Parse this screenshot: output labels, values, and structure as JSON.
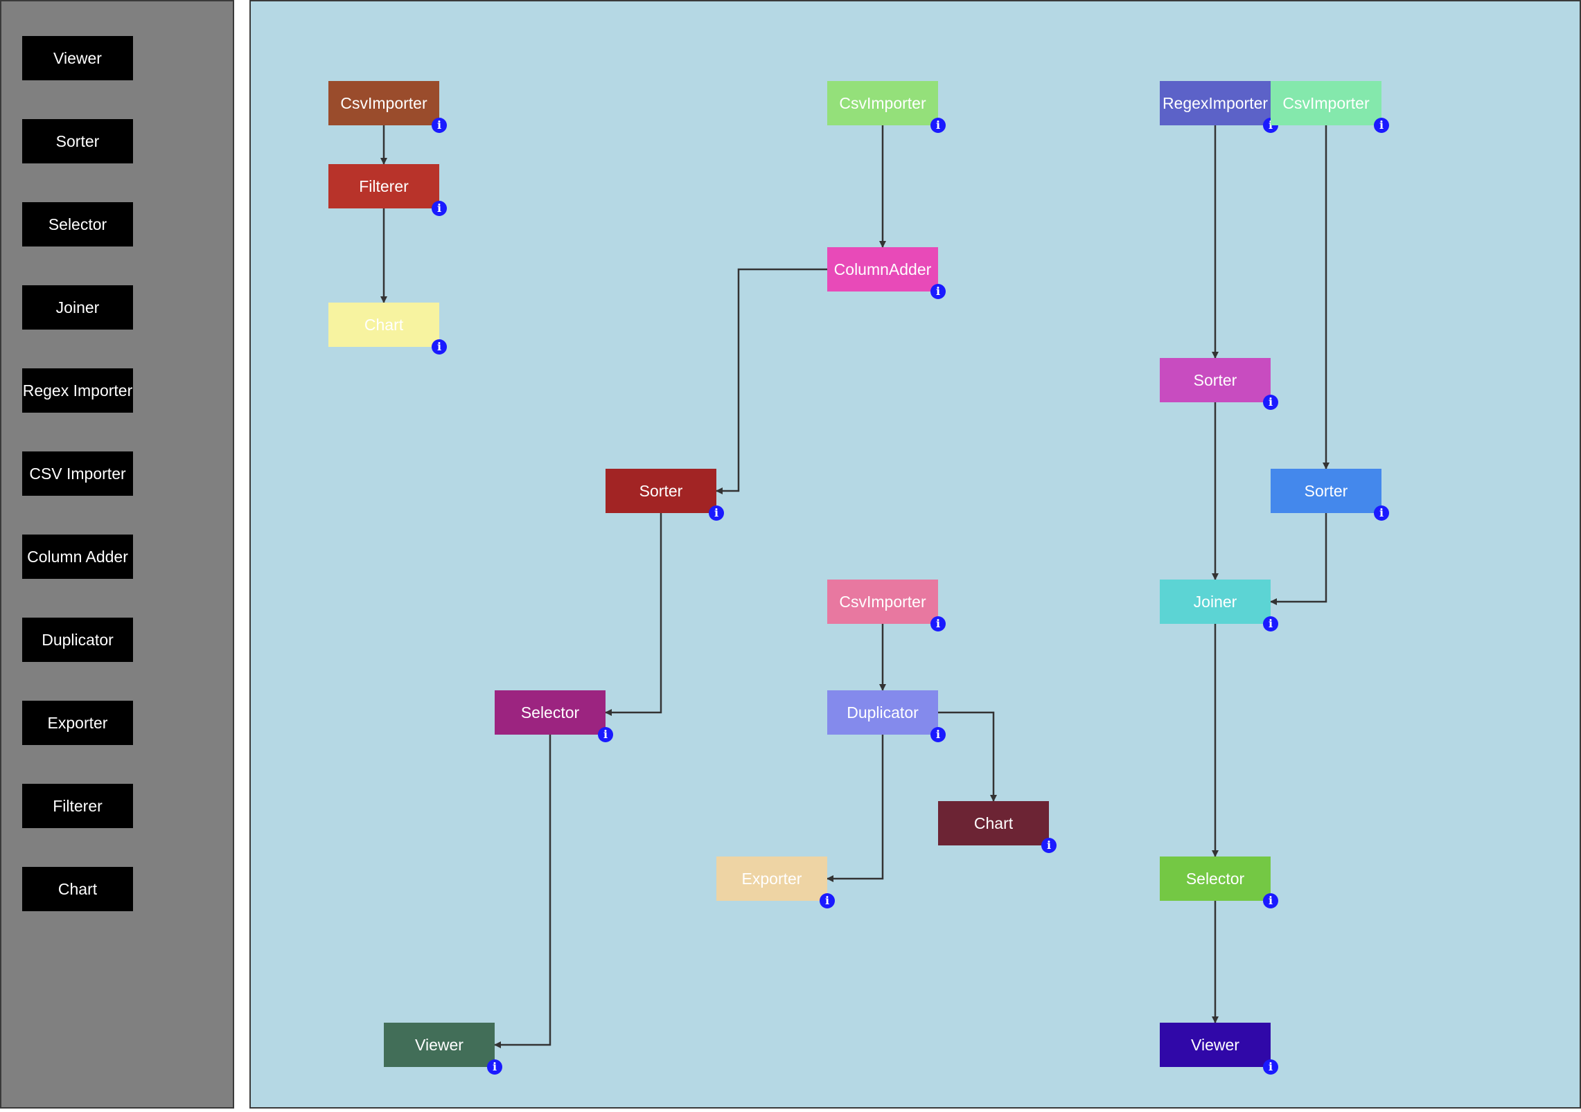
{
  "palette": {
    "items": [
      {
        "id": "viewer",
        "label": "Viewer"
      },
      {
        "id": "sorter",
        "label": "Sorter"
      },
      {
        "id": "selector",
        "label": "Selector"
      },
      {
        "id": "joiner",
        "label": "Joiner"
      },
      {
        "id": "regex-importer",
        "label": "Regex Importer"
      },
      {
        "id": "csv-importer",
        "label": "CSV Importer"
      },
      {
        "id": "column-adder",
        "label": "Column Adder"
      },
      {
        "id": "duplicator",
        "label": "Duplicator"
      },
      {
        "id": "exporter",
        "label": "Exporter"
      },
      {
        "id": "filterer",
        "label": "Filterer"
      },
      {
        "id": "chart",
        "label": "Chart"
      }
    ]
  },
  "info_icon": "info-icon",
  "info_glyph": "i",
  "colors": {
    "sidebar": "#808080",
    "canvas": "#b5d8e4",
    "palette_button": "#000000",
    "edge": "#333333",
    "info_icon": "#1a1aff"
  },
  "nodes": [
    {
      "id": "n1",
      "label": "CsvImporter",
      "color": "#9a4c2c"
    },
    {
      "id": "n2",
      "label": "Filterer",
      "color": "#b8332a"
    },
    {
      "id": "n3",
      "label": "Chart",
      "color": "#f7f3a0"
    },
    {
      "id": "n4",
      "label": "CsvImporter",
      "color": "#94e07a"
    },
    {
      "id": "n5",
      "label": "ColumnAdder",
      "color": "#e84ab8"
    },
    {
      "id": "n6",
      "label": "Sorter",
      "color": "#a22424"
    },
    {
      "id": "n7",
      "label": "Selector",
      "color": "#9c2480"
    },
    {
      "id": "n8",
      "label": "Viewer",
      "color": "#426e58"
    },
    {
      "id": "n9",
      "label": "CsvImporter",
      "color": "#e878a0"
    },
    {
      "id": "n10",
      "label": "Duplicator",
      "color": "#848aec"
    },
    {
      "id": "n11",
      "label": "Chart",
      "color": "#6c2434"
    },
    {
      "id": "n12",
      "label": "Exporter",
      "color": "#eed4a4"
    },
    {
      "id": "n13",
      "label": "RegexImporter",
      "color": "#5c62c8"
    },
    {
      "id": "n14",
      "label": "CsvImporter",
      "color": "#84e8ac"
    },
    {
      "id": "n15",
      "label": "Sorter",
      "color": "#c84cc0"
    },
    {
      "id": "n16",
      "label": "Sorter",
      "color": "#4488ec"
    },
    {
      "id": "n17",
      "label": "Joiner",
      "color": "#5cd4d4"
    },
    {
      "id": "n18",
      "label": "Selector",
      "color": "#74c844"
    },
    {
      "id": "n19",
      "label": "Viewer",
      "color": "#3008a8"
    }
  ],
  "edges": [
    {
      "from": "n1",
      "to": "n2"
    },
    {
      "from": "n2",
      "to": "n3"
    },
    {
      "from": "n4",
      "to": "n5"
    },
    {
      "from": "n5",
      "to": "n6"
    },
    {
      "from": "n6",
      "to": "n7"
    },
    {
      "from": "n7",
      "to": "n8"
    },
    {
      "from": "n9",
      "to": "n10"
    },
    {
      "from": "n10",
      "to": "n11"
    },
    {
      "from": "n10",
      "to": "n12"
    },
    {
      "from": "n13",
      "to": "n15"
    },
    {
      "from": "n14",
      "to": "n16"
    },
    {
      "from": "n15",
      "to": "n17"
    },
    {
      "from": "n16",
      "to": "n17"
    },
    {
      "from": "n17",
      "to": "n18"
    },
    {
      "from": "n18",
      "to": "n19"
    }
  ]
}
